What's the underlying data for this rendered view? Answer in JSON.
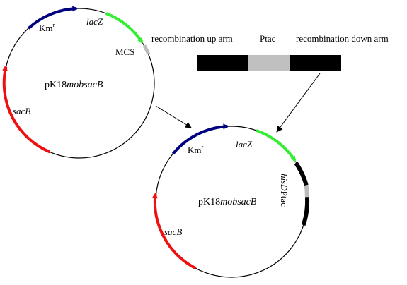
{
  "plasmid_top": {
    "name_prefix": "pK18",
    "name_italic": "mobsacB",
    "km_base": "Km",
    "km_sup": "r",
    "lacz": "lacZ",
    "mcs": "MCS",
    "sacb": "sacB"
  },
  "insert_bar": {
    "up_arm_label": "recombination up arm",
    "ptac_label": "Ptac",
    "down_arm_label": "recombination down arm"
  },
  "plasmid_bottom": {
    "name_prefix": "pK18",
    "name_italic": "mobsacB",
    "km_base": "Km",
    "km_sup": "r",
    "lacz": "lacZ",
    "sacb": "sacB",
    "insert_italic": "hisD",
    "insert_plain": "Ptac"
  },
  "colors": {
    "kmr_arrow": "#00007f",
    "lacz_arrow": "#33ee33",
    "sacb_arrow": "#ee1111",
    "mcs_segment": "#bbbbbb",
    "arm_black": "#000000",
    "ptac_gray": "#c0c0c0"
  }
}
